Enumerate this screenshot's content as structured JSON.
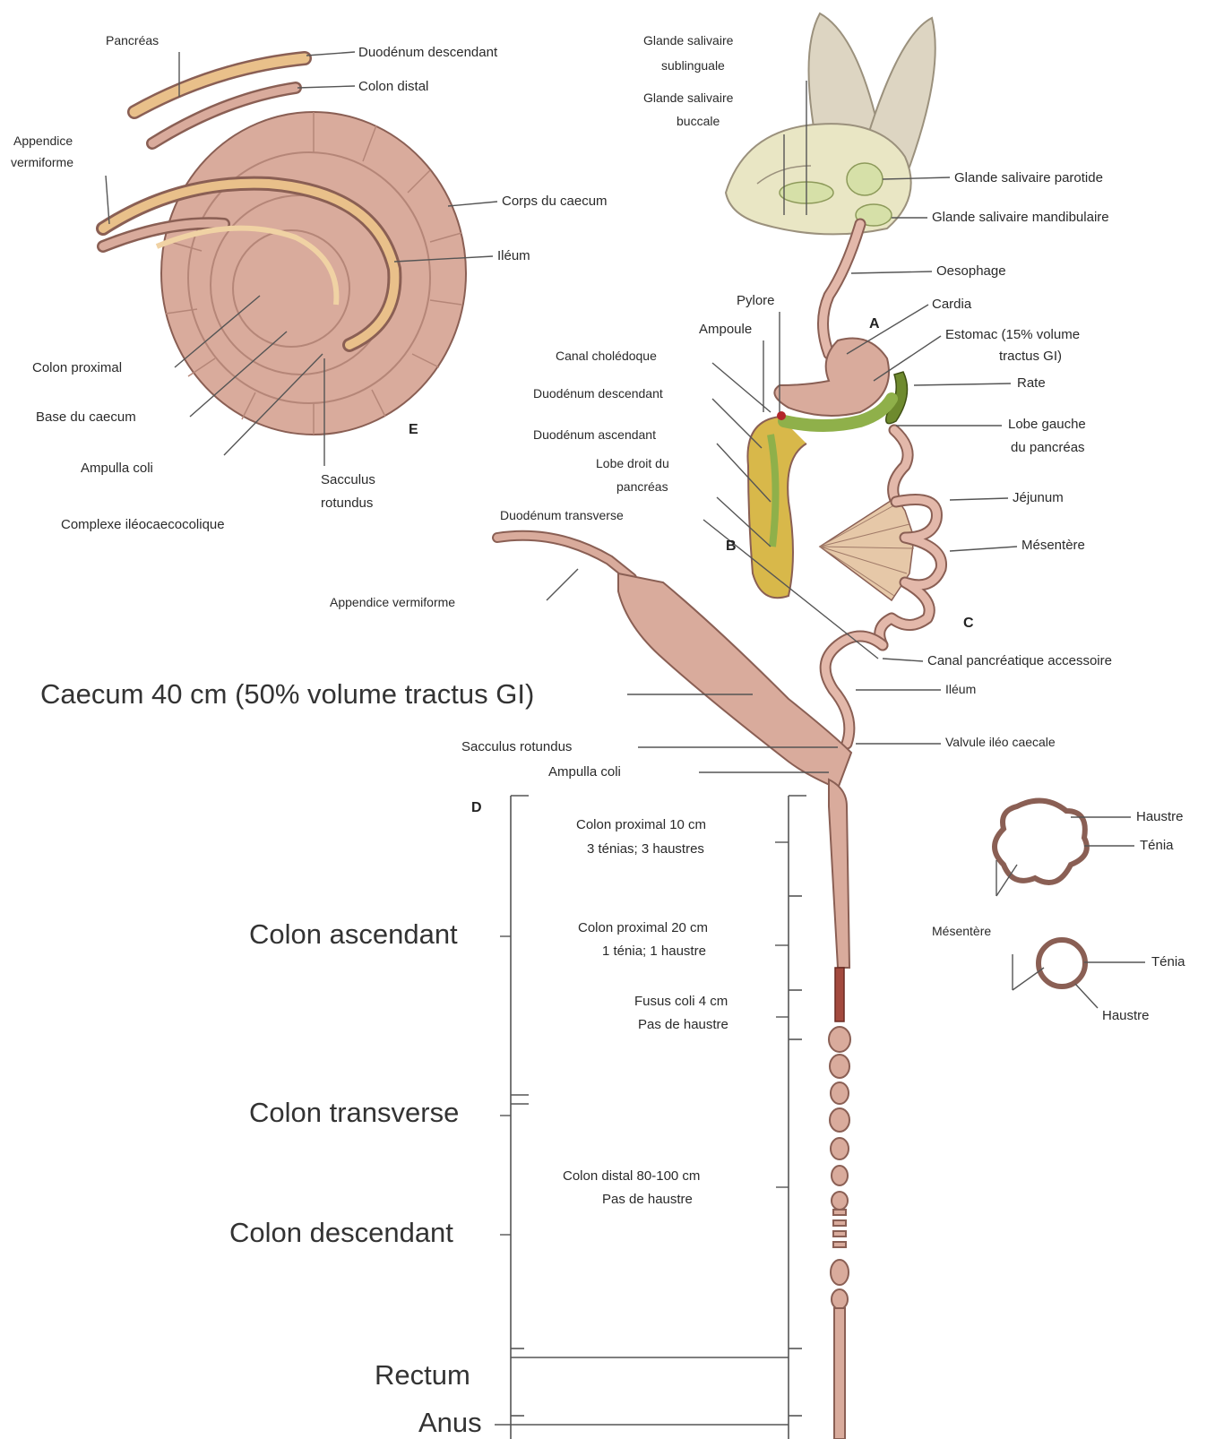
{
  "colors": {
    "gut": "#d9ab9c",
    "gut_outline": "#8a5f54",
    "pancreas": "#e9c08a",
    "liver_green": "#8fb04a",
    "duodenum_yellow": "#d8b84a",
    "head": "#e9e6c4",
    "ears": "#ddd5c2"
  },
  "panel_e": {
    "letter": "E",
    "labels": {
      "pancreas": "Pancréas",
      "duodenum_desc": "Duodénum descendant",
      "colon_distal": "Colon distal",
      "appendix": [
        "Appendice",
        "vermiforme"
      ],
      "corps_caecum": "Corps du caecum",
      "ileum": "Iléum",
      "colon_proximal": "Colon proximal",
      "base_caecum": "Base du caecum",
      "ampulla": "Ampulla coli",
      "sacculus": [
        "Sacculus",
        "rotundus"
      ],
      "complexe": "Complexe iléocaecocolique"
    }
  },
  "panel_a": {
    "letter": "A",
    "labels": {
      "gl_sublinguale": [
        "Glande salivaire",
        "sublinguale"
      ],
      "gl_buccale": [
        "Glande salivaire",
        "buccale"
      ],
      "gl_parotide": "Glande salivaire parotide",
      "gl_mandibulaire": "Glande salivaire mandibulaire",
      "oesophage": "Oesophage",
      "pylore": "Pylore",
      "ampoule": "Ampoule",
      "cardia": "Cardia",
      "estomac": [
        "Estomac (15% volume",
        "tractus GI)"
      ],
      "canal_choledoque": "Canal cholédoque",
      "duodenum_desc": "Duodénum descendant",
      "rate": "Rate",
      "lobe_gauche": [
        "Lobe gauche",
        "du pancréas"
      ]
    }
  },
  "panel_b": {
    "letter": "B",
    "labels": {
      "duodenum_asc": "Duodénum ascendant",
      "lobe_droit": [
        "Lobe droit du",
        "pancréas"
      ],
      "duodenum_trans": "Duodénum transverse"
    }
  },
  "panel_c": {
    "letter": "C",
    "labels": {
      "jejunum": "Jéjunum",
      "mesentere": "Mésentère",
      "canal_pancreatique": "Canal pancréatique accessoire",
      "ileum": "Iléum",
      "valvule": "Valvule iléo caecale"
    }
  },
  "caecum_panel": {
    "appendix": "Appendice vermiforme",
    "caecum_title": "Caecum 40 cm (50% volume tractus GI)",
    "sacculus": "Sacculus rotundus",
    "ampulla": "Ampulla coli"
  },
  "panel_d": {
    "letter": "D",
    "sections": {
      "colon_ascendant": "Colon ascendant",
      "colon_transverse": "Colon transverse",
      "colon_descendant": "Colon descendant",
      "rectum": "Rectum",
      "anus": "Anus"
    },
    "segments": {
      "seg1": [
        "Colon proximal 10 cm",
        "3 ténias; 3 haustres"
      ],
      "seg2": [
        "Colon proximal 20 cm",
        "1 ténia; 1 haustre"
      ],
      "seg3": [
        "Fusus coli 4 cm",
        "Pas de haustre"
      ],
      "seg4": [
        "Colon distal 80-100 cm",
        "Pas de haustre"
      ]
    }
  },
  "cross_sections": {
    "haustre": "Haustre",
    "tenia": "Ténia",
    "mesentere": "Mésentère"
  }
}
